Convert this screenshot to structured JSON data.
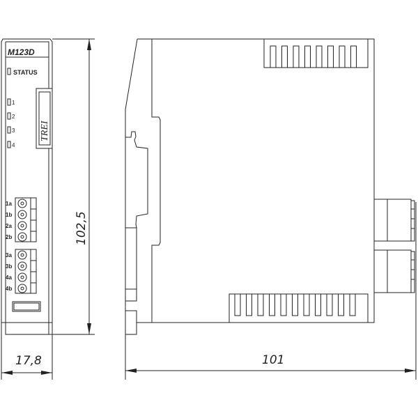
{
  "front": {
    "model": "M123D",
    "status_label": "STATUS",
    "leds": [
      "1",
      "2",
      "3",
      "4"
    ],
    "brand": "TREI",
    "terminals_block1": [
      "1a",
      "1b",
      "2a",
      "2b"
    ],
    "terminals_block2": [
      "3a",
      "3b",
      "4a",
      "4b"
    ]
  },
  "dimensions": {
    "height": "102,5",
    "width": "17,8",
    "depth": "101"
  },
  "side": {
    "top_vent_slots": 8,
    "bottom_vent_slots": 11
  }
}
